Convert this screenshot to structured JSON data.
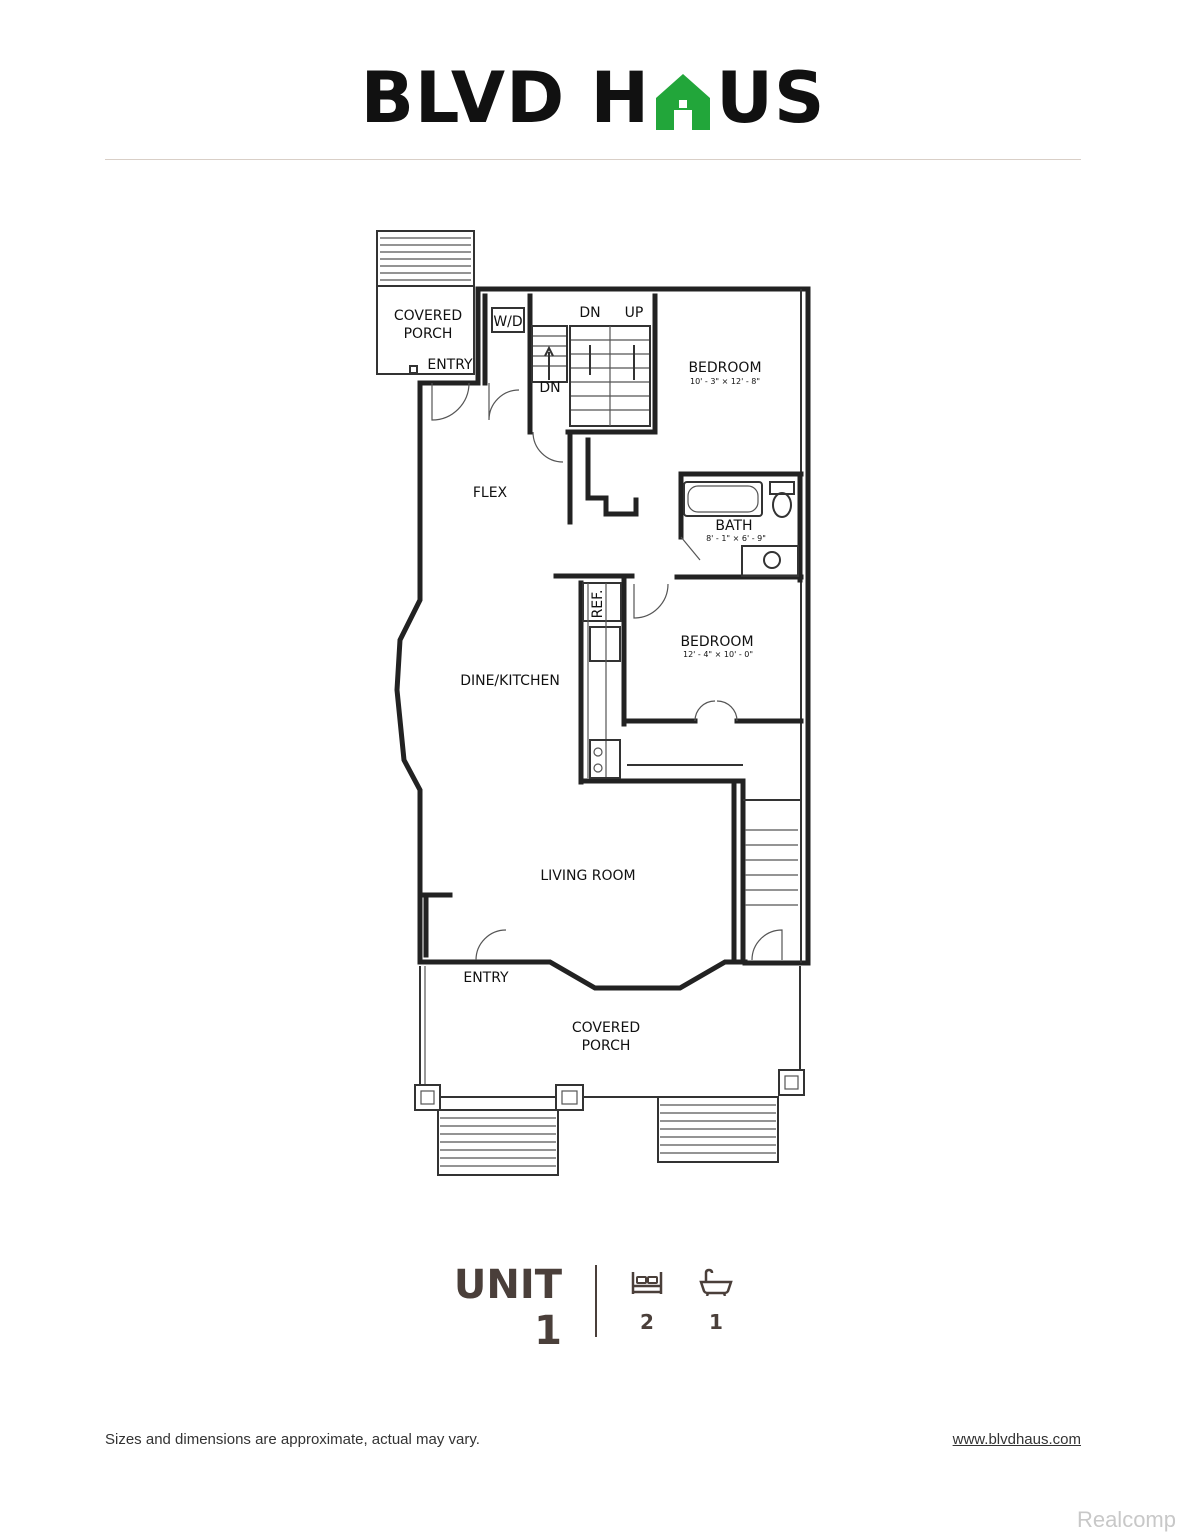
{
  "logo": {
    "part1": "BLVD H",
    "part2": "US",
    "accent_color": "#22a63a"
  },
  "rooms": {
    "covered_porch_rear": [
      "COVERED",
      "PORCH"
    ],
    "entry_rear": "ENTRY",
    "washer_dryer": "W/D",
    "stairs_dn_1": "DN",
    "stairs_up": "UP",
    "stairs_dn_2": "DN",
    "bedroom_1": {
      "name": "BEDROOM",
      "size": "10' - 3\" × 12' - 8\""
    },
    "flex": "FLEX",
    "bath": {
      "name": "BATH",
      "size": "8' - 1\" × 6' - 9\""
    },
    "ref": "REF.",
    "bedroom_2": {
      "name": "BEDROOM",
      "size": "12' - 4\" × 10' - 0\""
    },
    "dine_kitchen": "DINE/KITCHEN",
    "living_room": "LIVING ROOM",
    "entry_front": "ENTRY",
    "covered_porch_front": [
      "COVERED",
      "PORCH"
    ]
  },
  "unit": {
    "label": "UNIT",
    "number": "1",
    "bedrooms": "2",
    "bathrooms": "1",
    "bed_icon": "bed-icon",
    "bath_icon": "bathtub-icon"
  },
  "footer": {
    "disclaimer": "Sizes and dimensions are approximate, actual may vary.",
    "website": "www.blvdhaus.com"
  },
  "watermark": "Realcomp"
}
